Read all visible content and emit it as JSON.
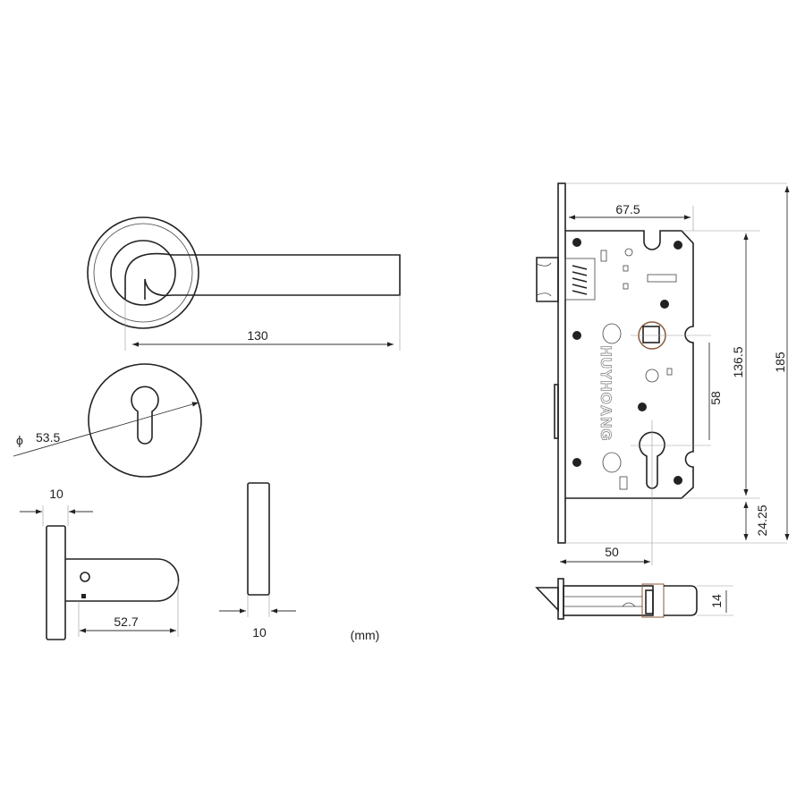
{
  "dimensions": {
    "lever_length": "130",
    "rose_diameter_symbol": "ϕ",
    "rose_diameter": "53.5",
    "rose_thickness_side": "10",
    "lever_projection": "52.7",
    "rose_thickness_edge": "10",
    "unit": "(mm)",
    "backset_top": "67.5",
    "body_height": "136.5",
    "faceplate_height": "185",
    "center_distance": "58",
    "bottom_offset": "24.25",
    "backset": "50",
    "body_thickness": "14"
  },
  "brand": "HUYHOANG",
  "colors": {
    "line": "#222222",
    "accent": "#8a5a3a"
  }
}
